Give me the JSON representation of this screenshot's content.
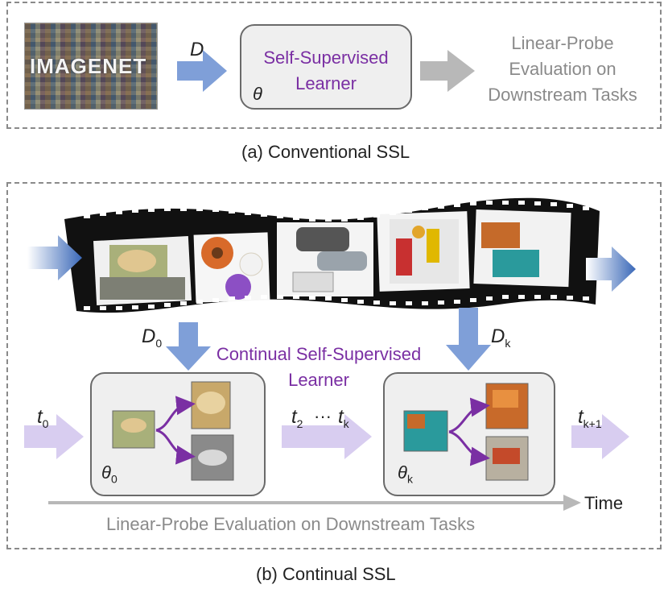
{
  "part_a": {
    "caption": "(a) Conventional SSL",
    "dataset_logo": "IMAGENET",
    "data_label": "D",
    "learner_label": "Self-Supervised\nLearner",
    "theta_label": "θ",
    "eval_label": "Linear-Probe\nEvaluation on\nDownstream Tasks"
  },
  "part_b": {
    "caption": "(b) Continual SSL",
    "d0_label": "D",
    "d0_sub": "0",
    "dk_label": "D",
    "dk_sub": "k",
    "learner_label": "Continual Self-Supervised\nLearner",
    "t0_label": "t",
    "t0_sub": "0",
    "t2_label": "t",
    "t2_sub": "2",
    "ellipsis": "···",
    "tk_label": "t",
    "tk_sub": "k",
    "tk1_label": "t",
    "tk1_sub": "k+1",
    "theta0_label": "θ",
    "theta0_sub": "0",
    "thetak_label": "θ",
    "thetak_sub": "k",
    "time_label": "Time",
    "eval_label": "Linear-Probe Evaluation on Downstream Tasks"
  },
  "colors": {
    "blue_arrow": "#7f9fd8",
    "gray_arrow": "#b8b8b8",
    "lavender_arrow": "#d8cdf0",
    "purple": "#7a2fa3",
    "dash": "#8a8a8a"
  }
}
